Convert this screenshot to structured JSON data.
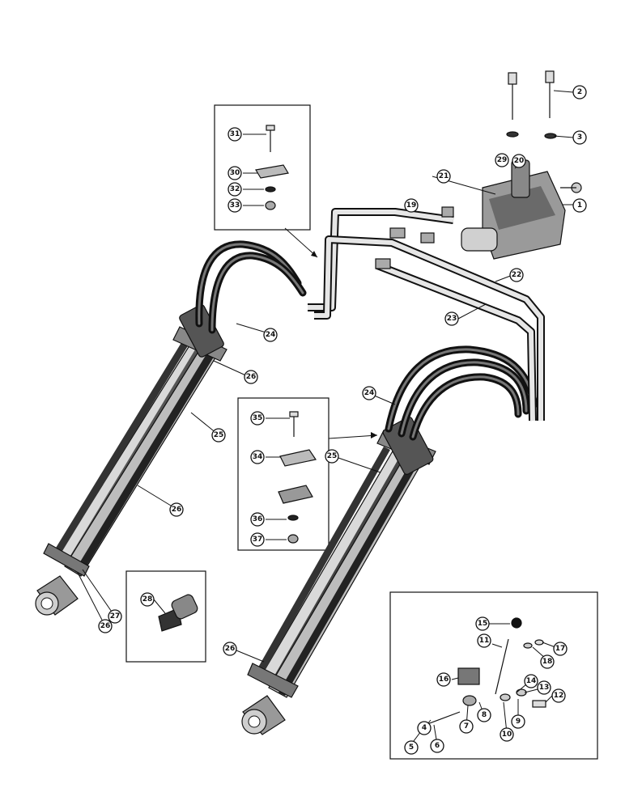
{
  "diagram": {
    "callouts": [
      {
        "id": "c1",
        "label": "1"
      },
      {
        "id": "c2",
        "label": "2"
      },
      {
        "id": "c3",
        "label": "3"
      },
      {
        "id": "c4",
        "label": "4"
      },
      {
        "id": "c5",
        "label": "5"
      },
      {
        "id": "c6",
        "label": "6"
      },
      {
        "id": "c7",
        "label": "7"
      },
      {
        "id": "c8",
        "label": "8"
      },
      {
        "id": "c9",
        "label": "9"
      },
      {
        "id": "c10",
        "label": "10"
      },
      {
        "id": "c11",
        "label": "11"
      },
      {
        "id": "c12",
        "label": "12"
      },
      {
        "id": "c13",
        "label": "13"
      },
      {
        "id": "c14",
        "label": "14"
      },
      {
        "id": "c15",
        "label": "15"
      },
      {
        "id": "c16",
        "label": "16"
      },
      {
        "id": "c17",
        "label": "17"
      },
      {
        "id": "c18",
        "label": "18"
      },
      {
        "id": "c19",
        "label": "19"
      },
      {
        "id": "c20",
        "label": "20"
      },
      {
        "id": "c21",
        "label": "21"
      },
      {
        "id": "c22",
        "label": "22"
      },
      {
        "id": "c23",
        "label": "23"
      },
      {
        "id": "c24a",
        "label": "24"
      },
      {
        "id": "c24b",
        "label": "24"
      },
      {
        "id": "c25a",
        "label": "25"
      },
      {
        "id": "c25b",
        "label": "25"
      },
      {
        "id": "c26a",
        "label": "26"
      },
      {
        "id": "c26b",
        "label": "26"
      },
      {
        "id": "c26c",
        "label": "26"
      },
      {
        "id": "c26d",
        "label": "26"
      },
      {
        "id": "c27",
        "label": "27"
      },
      {
        "id": "c28",
        "label": "28"
      },
      {
        "id": "c29",
        "label": "29"
      },
      {
        "id": "c30",
        "label": "30"
      },
      {
        "id": "c31",
        "label": "31"
      },
      {
        "id": "c32",
        "label": "32"
      },
      {
        "id": "c33",
        "label": "33"
      },
      {
        "id": "c34",
        "label": "34"
      },
      {
        "id": "c35",
        "label": "35"
      },
      {
        "id": "c36",
        "label": "36"
      },
      {
        "id": "c37",
        "label": "37"
      }
    ]
  }
}
